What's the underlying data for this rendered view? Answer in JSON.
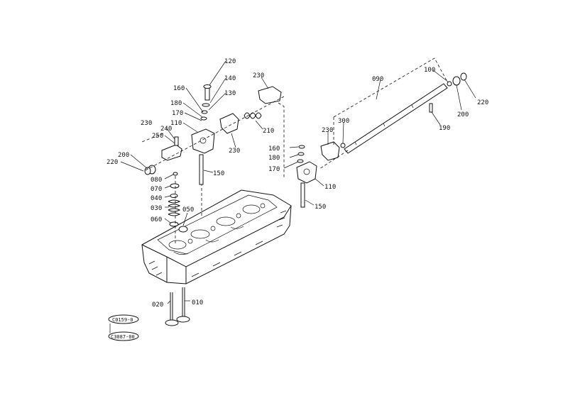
{
  "labels": {
    "p120": "120",
    "p140": "140",
    "p130": "130",
    "p160a": "160",
    "p180a": "180",
    "p170a": "170",
    "p110a": "110",
    "p230a": "230",
    "p240": "240",
    "p250": "250",
    "p200a": "200",
    "p220a": "220",
    "p230b": "230",
    "p210": "210",
    "p230c": "230",
    "p150a": "150",
    "p080": "080",
    "p070": "070",
    "p040": "040",
    "p030": "030",
    "p050": "050",
    "p060": "060",
    "p090": "090",
    "p100": "100",
    "p200b": "200",
    "p220b": "220",
    "p190": "190",
    "p300": "300",
    "p230d": "230",
    "p160b": "160",
    "p180b": "180",
    "p170b": "170",
    "p110b": "110",
    "p150b": "150",
    "p020": "020",
    "p010": "010"
  },
  "references": {
    "ref1": "C0159-0",
    "ref2": "C3087-00"
  }
}
